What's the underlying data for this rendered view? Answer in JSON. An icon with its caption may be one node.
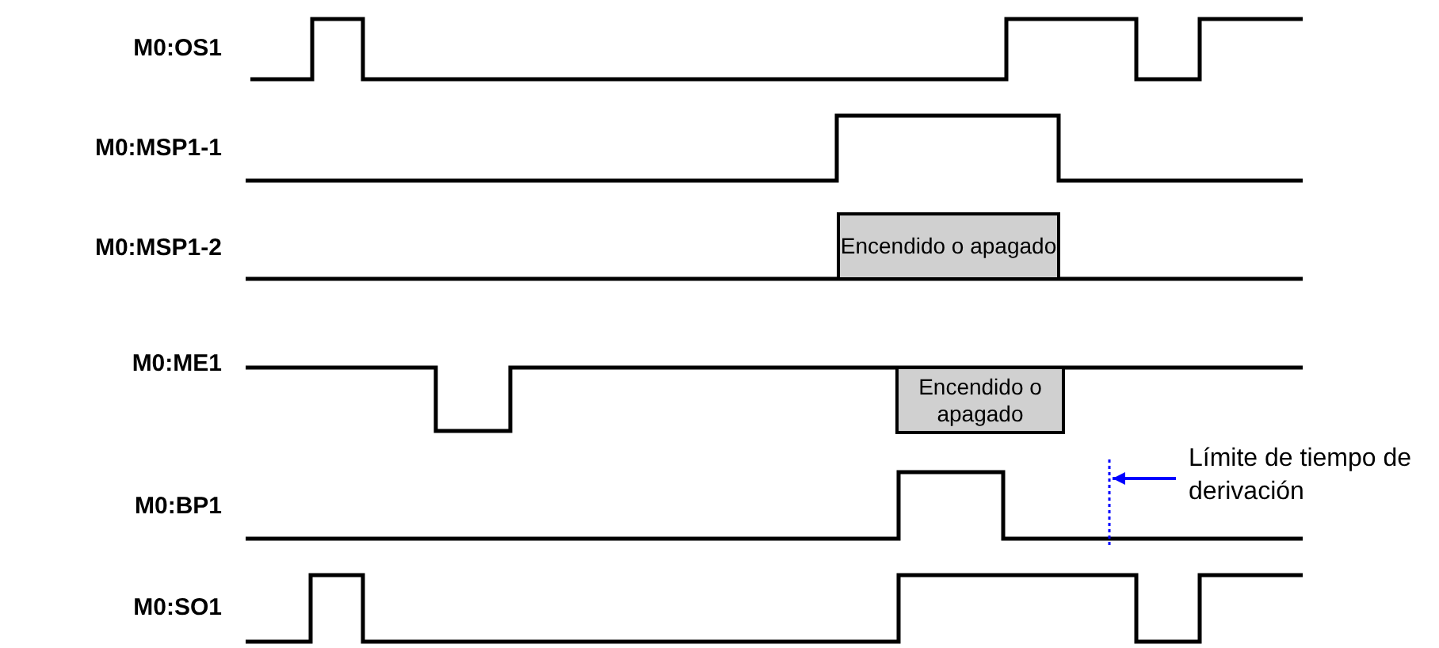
{
  "diagram": {
    "nodes": [
      {
        "text": [
          "Encendido o apagado"
        ]
      },
      {
        "text": [
          "Encendido o apagado"
        ]
      },
      {
        "text": [
          "Límite de tiempo de derivación"
        ]
      },
      {
        "text": [],
        "shape": "bar"
      }
    ],
    "edges": [
      {
        "from": 2,
        "to": 3,
        "arrow": "to",
        "color": "#0000ff"
      }
    ],
    "labels": [
      "M0:OS1",
      "M0:MSP1-1",
      "M0:MSP1-2",
      "M0:ME1",
      "M0:BP1",
      "M0:SO1"
    ]
  }
}
